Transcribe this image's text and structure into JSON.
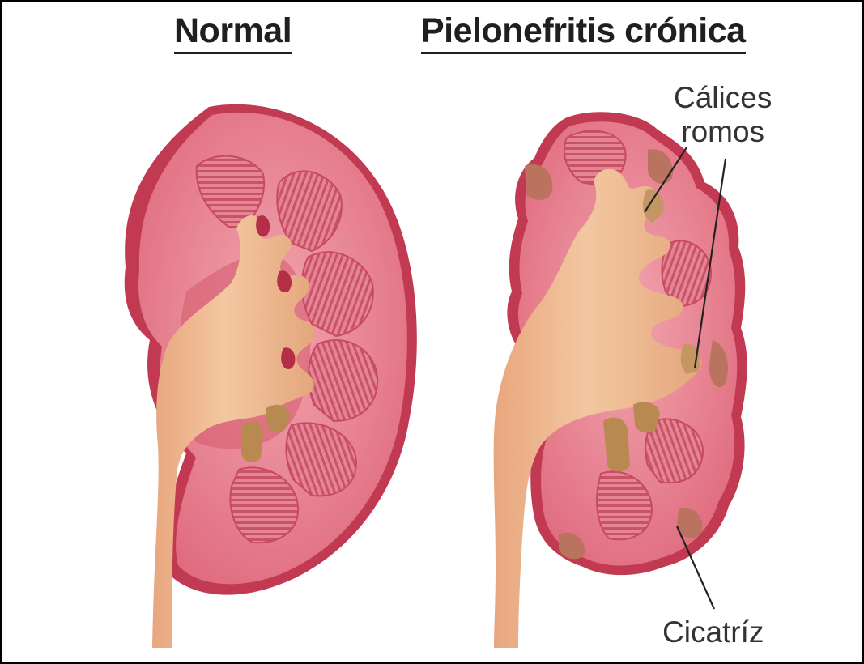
{
  "titles": {
    "normal": "Normal",
    "chronic": "Pielonefritis crónica"
  },
  "labels": {
    "calices_line1": "Cálices",
    "calices_line2": "romos",
    "cicatriz": "Cicatríz"
  },
  "colors": {
    "cortex_outline": "#c0364e",
    "cortex_fill": "#e57888",
    "cortex_light": "#ee98a4",
    "pyramid": "#cf5e70",
    "pelvis": "#eab48a",
    "pelvis_shadow": "#d49870",
    "calyx_tip": "#b88a52",
    "scar": "#b9735e",
    "text": "#333333"
  }
}
